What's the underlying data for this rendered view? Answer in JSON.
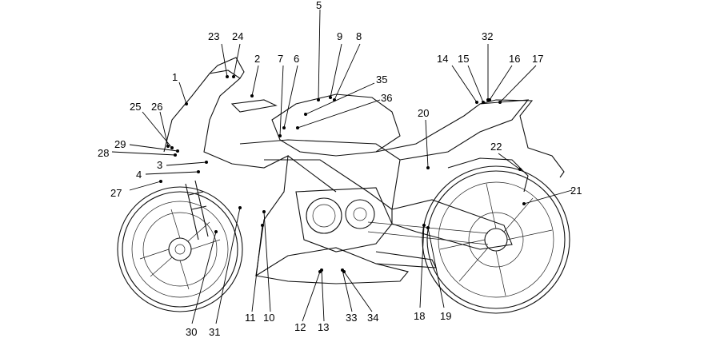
{
  "labels": [
    "1",
    "2",
    "3",
    "4",
    "5",
    "6",
    "7",
    "8",
    "9",
    "10",
    "11",
    "12",
    "13",
    "14",
    "15",
    "16",
    "17",
    "18",
    "19",
    "20",
    "21",
    "22",
    "23",
    "24",
    "25",
    "26",
    "27",
    "28",
    "29",
    "30",
    "31",
    "32",
    "33",
    "34",
    "35",
    "36"
  ],
  "colors": {
    "line": "#000000",
    "background": "#ffffff"
  }
}
